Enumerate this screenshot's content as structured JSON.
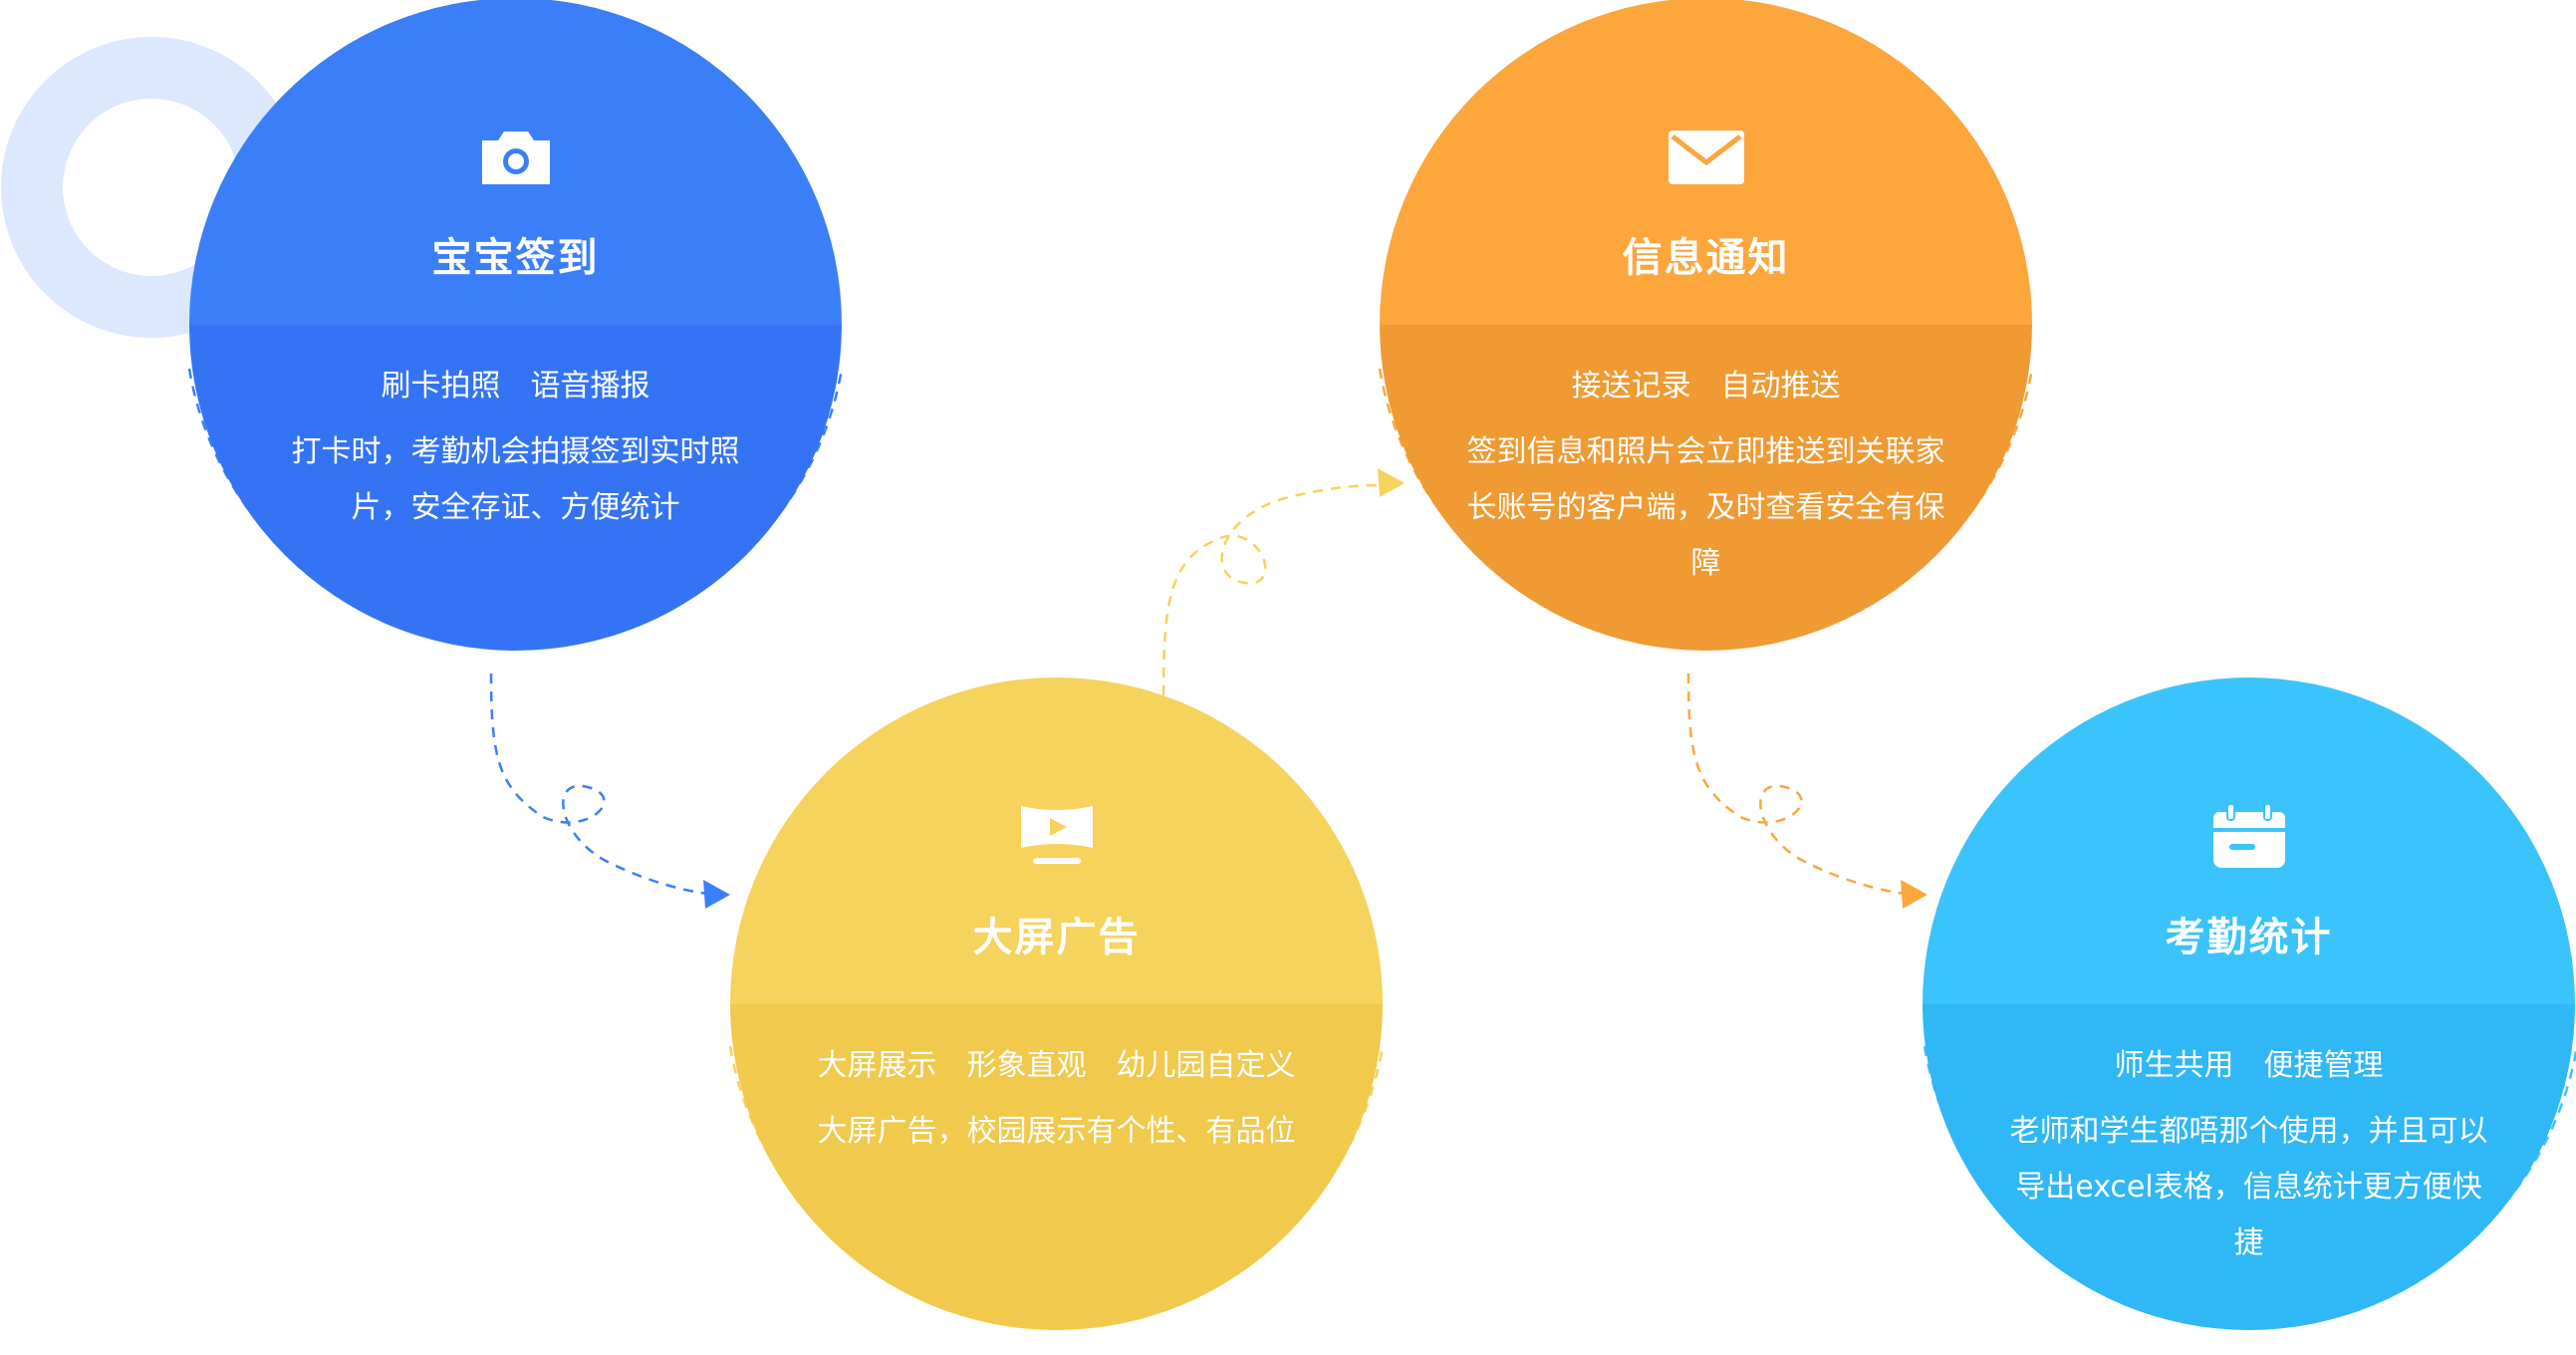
{
  "colors": {
    "blue": "#3b7ff8",
    "blue_dark": "#3474f4",
    "yellow": "#f6d35d",
    "yellow_dark": "#f1c94c",
    "orange": "#fca63c",
    "orange_dark": "#ef9a33",
    "cyan": "#3bc4fb",
    "cyan_dark": "#2fb7f6",
    "deco_ring": "#dce8fd"
  },
  "nodes": {
    "checkin": {
      "icon": "camera-icon",
      "title": "宝宝签到",
      "subtitle": "刷卡拍照　语音播报",
      "desc": "打卡时，考勤机会拍摄签到实时照片，安全存证、方便统计"
    },
    "screen": {
      "icon": "screen-play-icon",
      "title": "大屏广告",
      "subtitle": "大屏展示　形象直观　幼儿园自定义",
      "desc": "大屏广告，校园展示有个性、有品位"
    },
    "notify": {
      "icon": "mail-icon",
      "title": "信息通知",
      "subtitle": "接送记录　自动推送",
      "desc": "签到信息和照片会立即推送到关联家长账号的客户端，及时查看安全有保障"
    },
    "stats": {
      "icon": "calendar-icon",
      "title": "考勤统计",
      "subtitle": "师生共用　便捷管理",
      "desc": "老师和学生都唔那个使用，并且可以导出excel表格，信息统计更方便快捷"
    }
  }
}
